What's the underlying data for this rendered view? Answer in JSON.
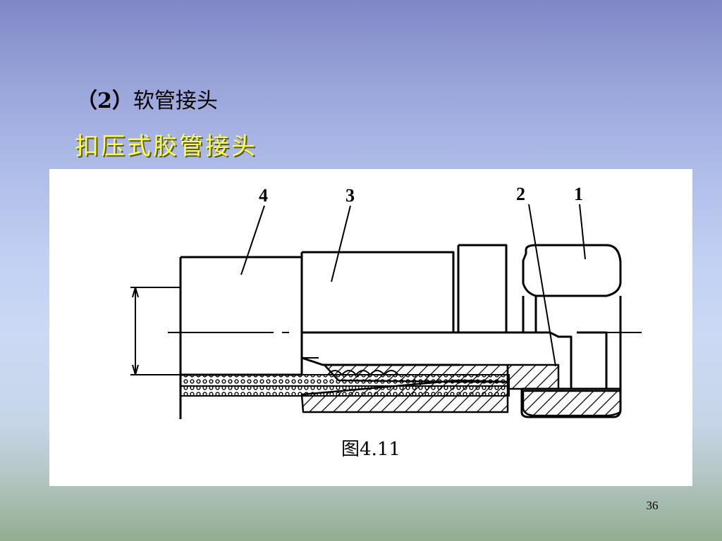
{
  "slide": {
    "heading_number": "（2）",
    "heading_text": "软管接头",
    "subtitle": "扣压式胶管接头",
    "page_number": "36"
  },
  "figure": {
    "caption": "图4.11",
    "callouts": [
      "4",
      "3",
      "2",
      "1"
    ]
  }
}
